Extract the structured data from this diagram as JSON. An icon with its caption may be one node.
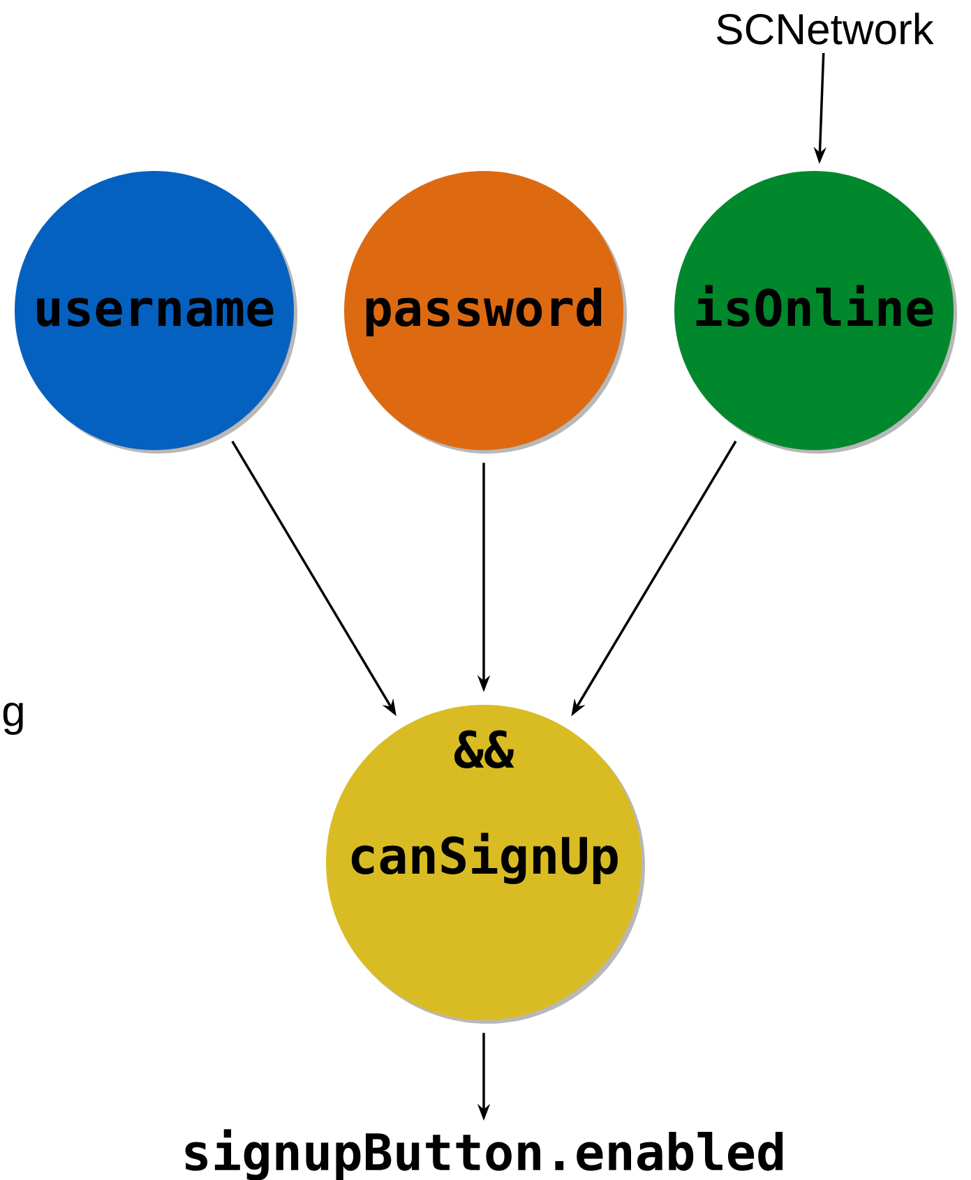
{
  "diagram": {
    "nodes": [
      {
        "text": [
          "SCNetwork"
        ]
      },
      {
        "text": [
          "username"
        ]
      },
      {
        "text": [
          "password"
        ]
      },
      {
        "text": [
          "isOnline"
        ]
      },
      {
        "text": [
          "&&",
          "canSignUp"
        ]
      },
      {
        "text": [
          "signupButton.enabled"
        ]
      }
    ],
    "edges": [
      {
        "from": 0,
        "to": 3,
        "arrow": "to"
      },
      {
        "from": 1,
        "to": 4,
        "arrow": "to"
      },
      {
        "from": 2,
        "to": 4,
        "arrow": "to"
      },
      {
        "from": 3,
        "to": 4,
        "arrow": "to"
      },
      {
        "from": 4,
        "to": 5,
        "arrow": "to"
      }
    ],
    "labels": [
      "g"
    ]
  }
}
